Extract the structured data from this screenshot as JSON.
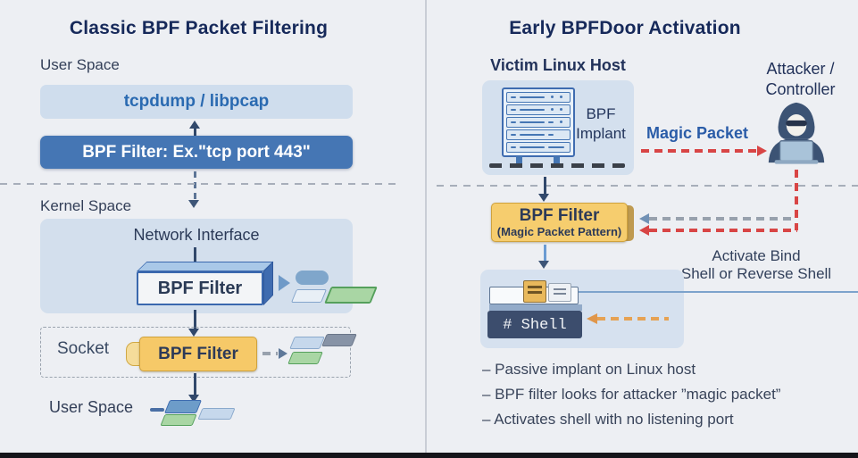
{
  "left": {
    "title": "Classic BPF Packet Filtering",
    "user_space_label": "User Space",
    "tcpdump_box_label": "tcpdump / libpcap",
    "bpf_filter_box_label": "BPF Filter: Ex.\"tcp port 443\"",
    "kernel_space_label": "Kernel Space",
    "network_interface_label": "Network Interface",
    "kernel_bpf_filter_label": "BPF Filter",
    "socket_label": "Socket",
    "socket_bpf_filter_label": "BPF Filter",
    "user_space_bottom_label": "User Space"
  },
  "right": {
    "title": "Early BPFDoor Activation",
    "victim_host_label": "Victim Linux Host",
    "bpf_implant_line1": "BPF",
    "bpf_implant_line2": "Implant",
    "magic_packet_label": "Magic Packet",
    "attacker_line1": "Attacker /",
    "attacker_line2": "Controller",
    "bpf_filter_title": "BPF Filter",
    "bpf_filter_subtitle": "(Magic Packet Pattern)",
    "activate_line1": "Activate Bind",
    "activate_line2": "Shell or Reverse Shell",
    "shell_prompt": "# Shell",
    "bullets": [
      "– Passive implant on Linux host",
      "– BPF filter looks for attacker ”magic packet”",
      "– Activates shell with no listening port"
    ]
  },
  "colors": {
    "background": "#edeff3",
    "title_navy": "#16295a",
    "box_blue": "#4576b4",
    "box_light_blue": "#cfdded",
    "panel_blue": "#d3dfed",
    "accent_yellow": "#f6c968",
    "arrow_navy": "#31486b",
    "dashed_red": "#d84545",
    "dashed_orange": "#e6a254",
    "dashed_gray": "#98a1ad",
    "packet_green": "#a9d6a4",
    "packet_gray": "#8793a6",
    "packet_blue": "#6d9cc9"
  }
}
